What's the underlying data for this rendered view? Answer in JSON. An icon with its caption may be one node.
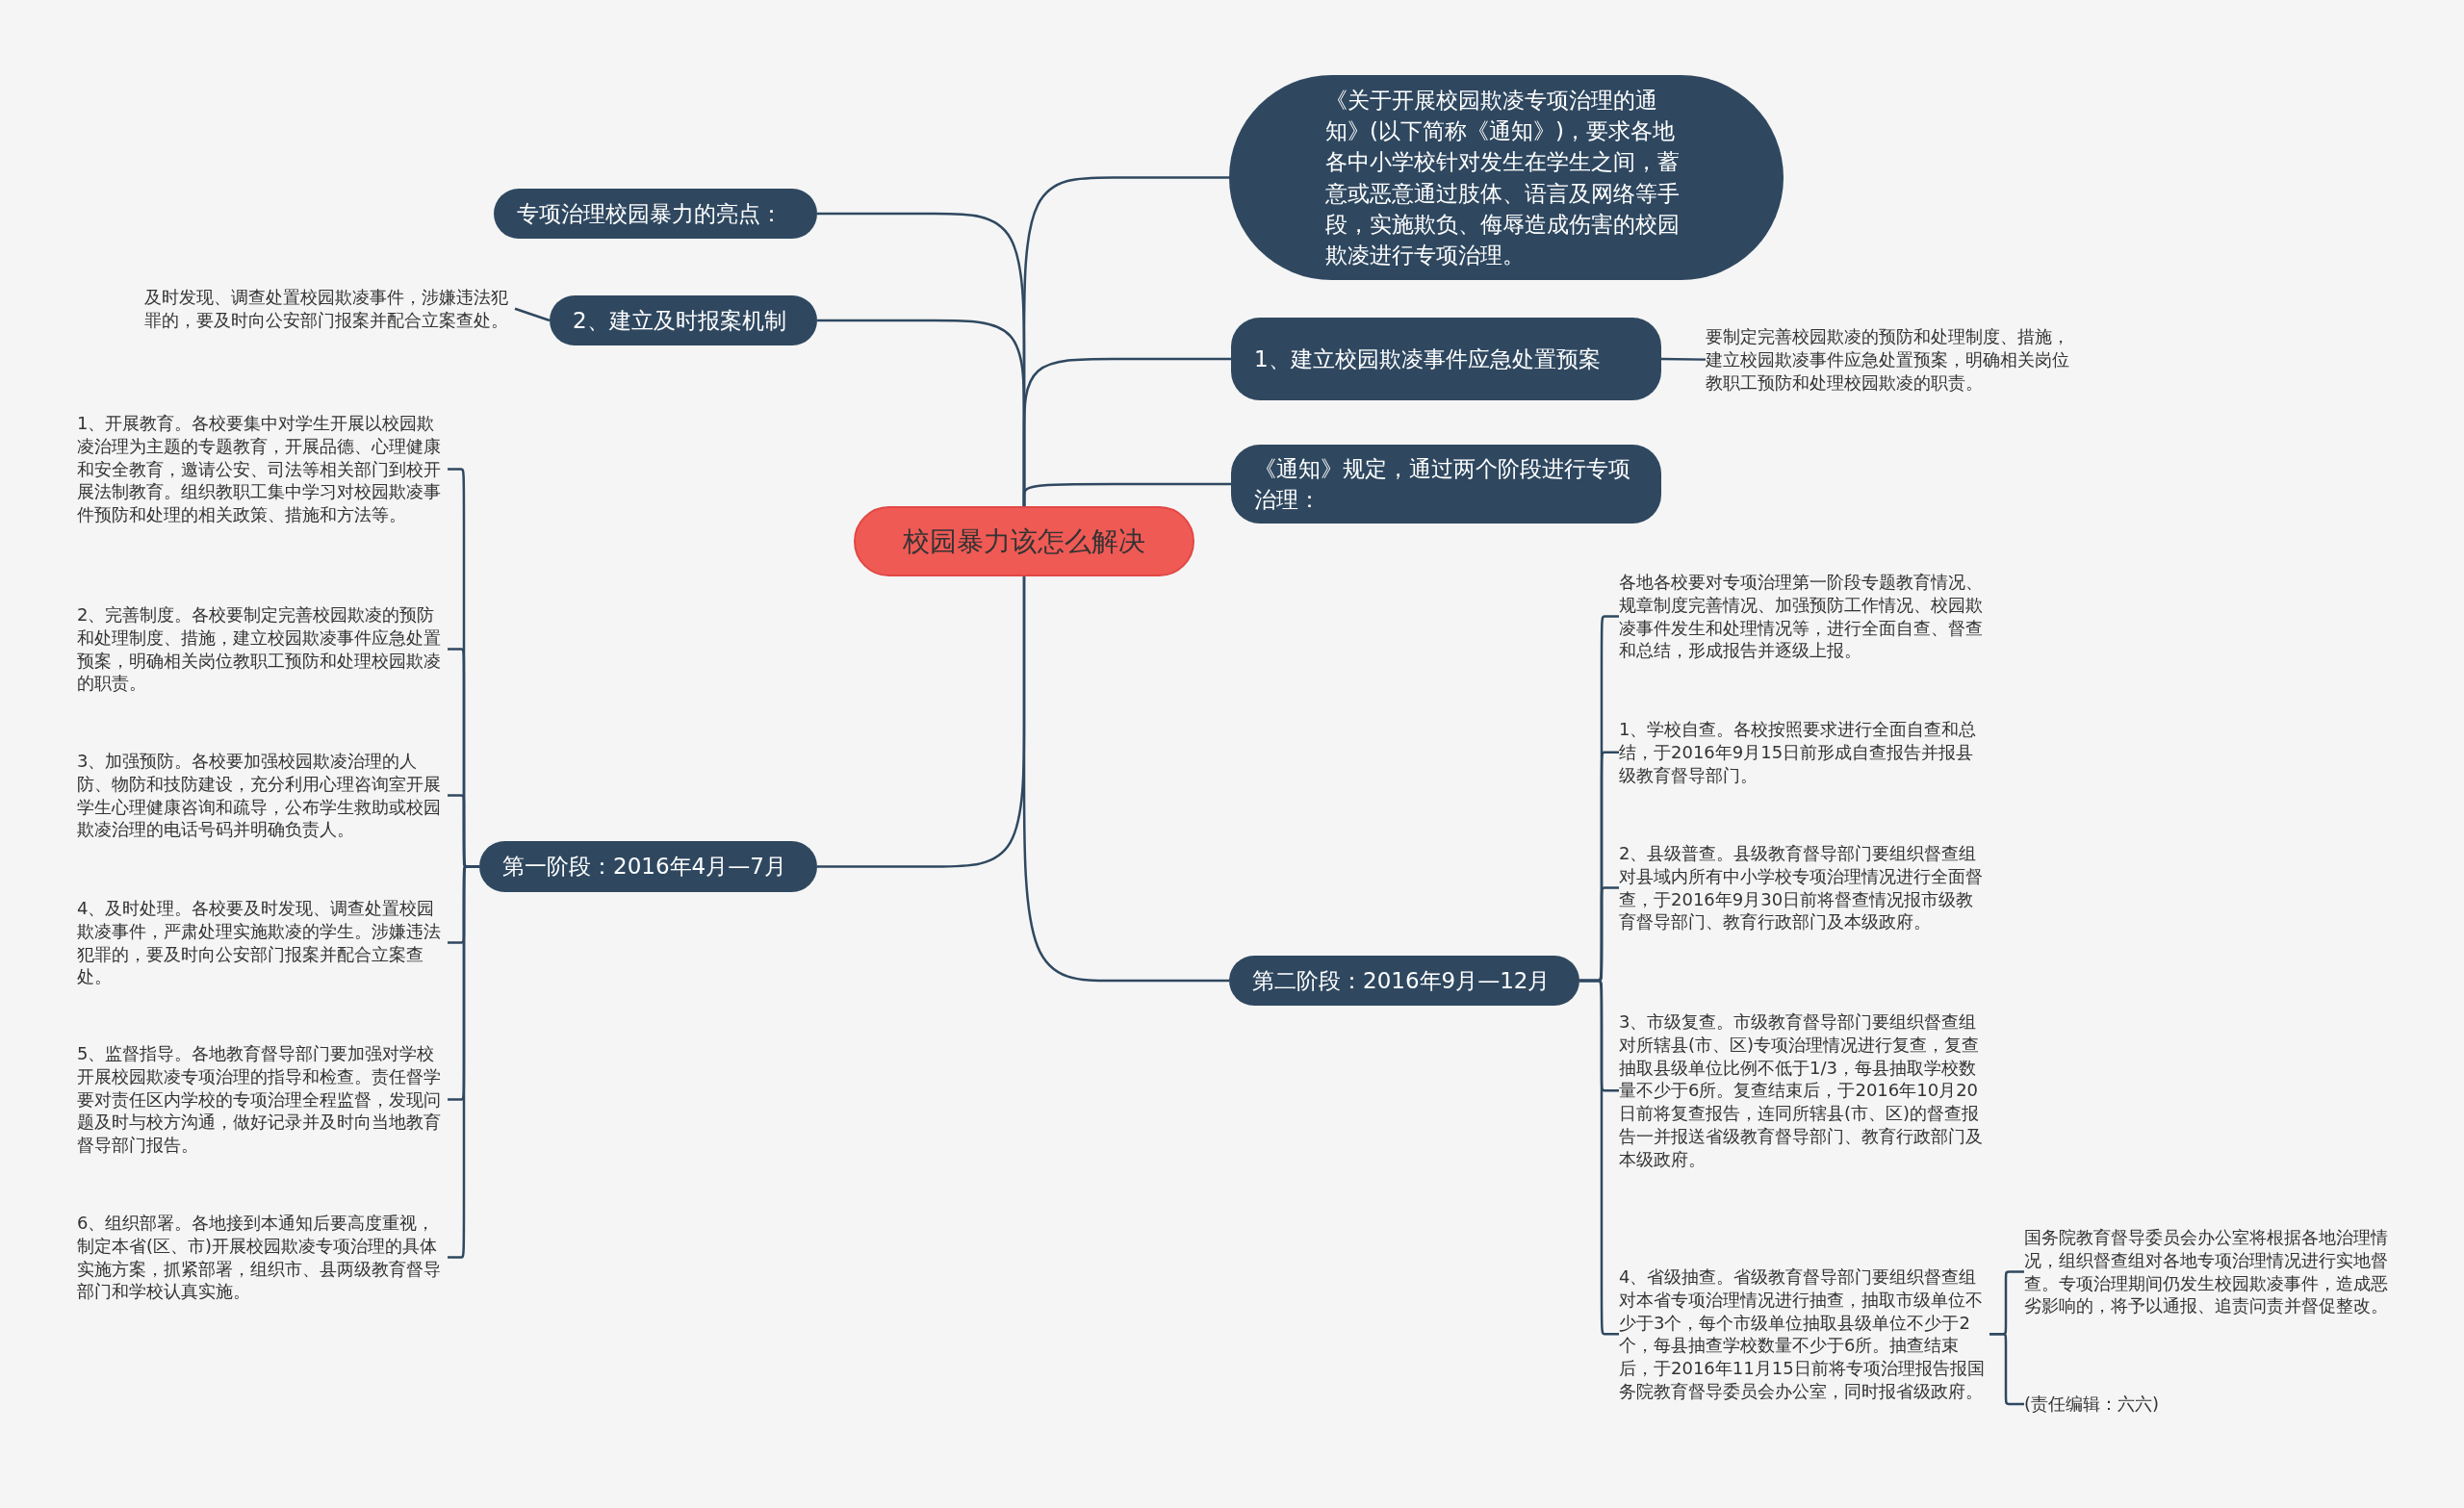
{
  "diagram": {
    "nodes": [
      {
        "text": [
          "校园暴力该怎么解决"
        ]
      },
      {
        "text": [
          "专项治理校园暴力的亮点："
        ]
      },
      {
        "text": [
          "2、建立及时报案机制"
        ]
      },
      {
        "text": [
          "及时发现、调查处置校园欺凌事件，涉嫌违法犯罪的，要及时向公安部门报案并配合立案查处。"
        ]
      },
      {
        "text": [
          "第一阶段：2016年4月—7月"
        ]
      },
      {
        "text": [
          "1、开展教育。各校要集中对学生开展以校园欺凌治理为主题的专题教育，开展品德、心理健康和安全教育，邀请公安、司法等相关部门到校开展法制教育。组织教职工集中学习对校园欺凌事件预防和处理的相关政策、措施和方法等。"
        ]
      },
      {
        "text": [
          "2、完善制度。各校要制定完善校园欺凌的预防和处理制度、措施，建立校园欺凌事件应急处置预案，明确相关岗位教职工预防和处理校园欺凌的职责。"
        ]
      },
      {
        "text": [
          "3、加强预防。各校要加强校园欺凌治理的人防、物防和技防建设，充分利用心理咨询室开展学生心理健康咨询和疏导，公布学生救助或校园欺凌治理的电话号码并明确负责人。"
        ]
      },
      {
        "text": [
          "4、及时处理。各校要及时发现、调查处置校园欺凌事件，严肃处理实施欺凌的学生。涉嫌违法犯罪的，要及时向公安部门报案并配合立案查处。"
        ]
      },
      {
        "text": [
          "5、监督指导。各地教育督导部门要加强对学校开展校园欺凌专项治理的指导和检查。责任督学要对责任区内学校的专项治理全程监督，发现问题及时与校方沟通，做好记录并及时向当地教育督导部门报告。"
        ]
      },
      {
        "text": [
          "6、组织部署。各地接到本通知后要高度重视，制定本省(区、市)开展校园欺凌专项治理的具体实施方案，抓紧部署，组织市、县两级教育督导部门和学校认真实施。"
        ]
      },
      {
        "text": [
          "《关于开展校园欺凌专项治理的通知》(以下简称《通知》)，要求各地各中小学校针对发生在学生之间，蓄意或恶意通过肢体、语言及网络等手段，实施欺负、侮辱造成伤害的校园欺凌进行专项治理。"
        ]
      },
      {
        "text": [
          "1、建立校园欺凌事件应急处置预案"
        ]
      },
      {
        "text": [
          "要制定完善校园欺凌的预防和处理制度、措施，建立校园欺凌事件应急处置预案，明确相关岗位教职工预防和处理校园欺凌的职责。"
        ]
      },
      {
        "text": [
          "《通知》规定，通过两个阶段进行专项治理："
        ]
      },
      {
        "text": [
          "第二阶段：2016年9月—12月"
        ]
      },
      {
        "text": [
          "各地各校要对专项治理第一阶段专题教育情况、规章制度完善情况、加强预防工作情况、校园欺凌事件发生和处理情况等，进行全面自查、督查和总结，形成报告并逐级上报。"
        ]
      },
      {
        "text": [
          "1、学校自查。各校按照要求进行全面自查和总结，于2016年9月15日前形成自查报告并报县级教育督导部门。"
        ]
      },
      {
        "text": [
          "2、县级普查。县级教育督导部门要组织督查组对县域内所有中小学校专项治理情况进行全面督查，于2016年9月30日前将督查情况报市级教育督导部门、教育行政部门及本级政府。"
        ]
      },
      {
        "text": [
          "3、市级复查。市级教育督导部门要组织督查组对所辖县(市、区)专项治理情况进行复查，复查抽取县级单位比例不低于1/3，每县抽取学校数量不少于6所。复查结束后，于2016年10月20日前将复查报告，连同所辖县(市、区)的督查报告一并报送省级教育督导部门、教育行政部门及本级政府。"
        ]
      },
      {
        "text": [
          "4、省级抽查。省级教育督导部门要组织督查组对本省专项治理情况进行抽查，抽取市级单位不少于3个，每个市级单位抽取县级单位不少于2个，每县抽查学校数量不少于6所。抽查结束后，于2016年11月15日前将专项治理报告报国务院教育督导委员会办公室，同时报省级政府。"
        ]
      },
      {
        "text": [
          "国务院教育督导委员会办公室将根据各地治理情况，组织督查组对各地专项治理情况进行实地督查。专项治理期间仍发生校园欺凌事件，造成恶劣影响的，将予以通报、追责问责并督促整改。"
        ]
      },
      {
        "text": [
          "(责任编辑：六六)"
        ]
      }
    ],
    "edges": [
      {
        "from": 0,
        "to": 1,
        "arrow": "none"
      },
      {
        "from": 0,
        "to": 2,
        "arrow": "none"
      },
      {
        "from": 2,
        "to": 3,
        "arrow": "none"
      },
      {
        "from": 0,
        "to": 4,
        "arrow": "none"
      },
      {
        "from": 4,
        "to": 5,
        "arrow": "none"
      },
      {
        "from": 4,
        "to": 6,
        "arrow": "none"
      },
      {
        "from": 4,
        "to": 7,
        "arrow": "none"
      },
      {
        "from": 4,
        "to": 8,
        "arrow": "none"
      },
      {
        "from": 4,
        "to": 9,
        "arrow": "none"
      },
      {
        "from": 4,
        "to": 10,
        "arrow": "none"
      },
      {
        "from": 0,
        "to": 11,
        "arrow": "none"
      },
      {
        "from": 0,
        "to": 12,
        "arrow": "none"
      },
      {
        "from": 12,
        "to": 13,
        "arrow": "none"
      },
      {
        "from": 0,
        "to": 14,
        "arrow": "none"
      },
      {
        "from": 0,
        "to": 15,
        "arrow": "none"
      },
      {
        "from": 15,
        "to": 16,
        "arrow": "none"
      },
      {
        "from": 15,
        "to": 17,
        "arrow": "none"
      },
      {
        "from": 15,
        "to": 18,
        "arrow": "none"
      },
      {
        "from": 15,
        "to": 19,
        "arrow": "none"
      },
      {
        "from": 15,
        "to": 20,
        "arrow": "none"
      },
      {
        "from": 20,
        "to": 21,
        "arrow": "none"
      },
      {
        "from": 20,
        "to": 22,
        "arrow": "none"
      }
    ]
  }
}
